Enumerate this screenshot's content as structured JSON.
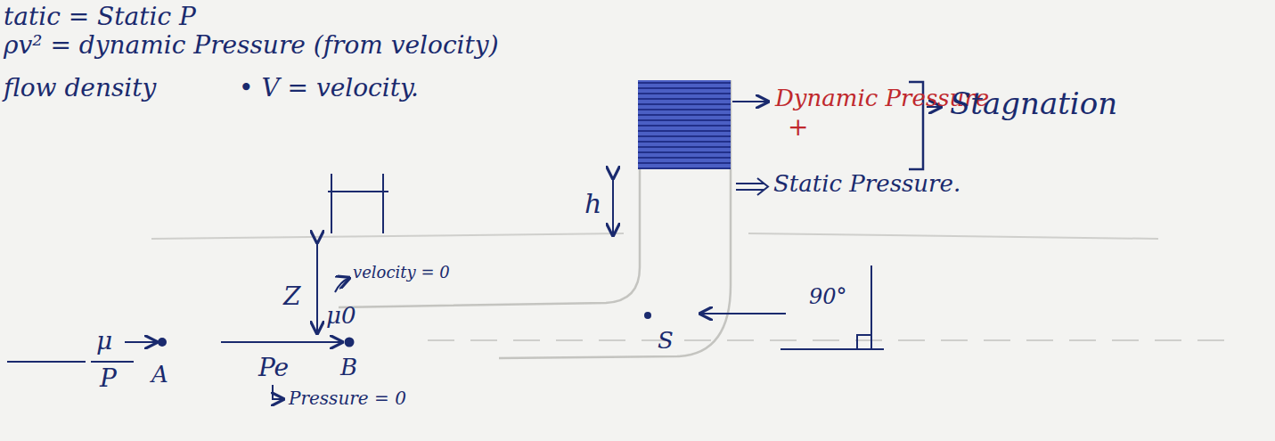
{
  "diagram": {
    "labels": [
      "tatic = Static P",
      "ρv² = dynamic Pressure (from velocity)",
      "flow density",
      "• V = velocity.",
      "h",
      "Dynamic Pressure",
      "+",
      "Static Pressure.",
      "Stagnation",
      "Z",
      "μ0",
      "velocity = 0",
      "μ",
      "P",
      "A",
      "Pe",
      "Pressure = 0",
      "B",
      "S",
      "90°"
    ]
  }
}
